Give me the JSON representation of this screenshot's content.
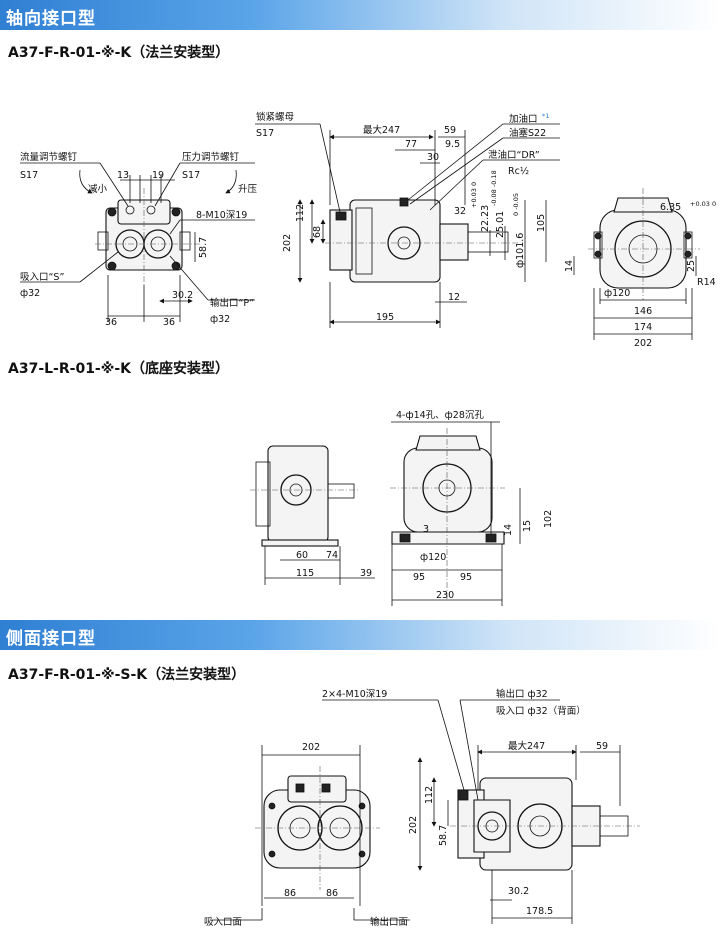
{
  "sections": {
    "axial": "轴向接口型",
    "side": "侧面接口型"
  },
  "models": {
    "m1": "A37-F-R-01-※-K（法兰安装型）",
    "m2": "A37-L-R-01-※-K（底座安装型）",
    "m3": "A37-F-R-01-※-S-K（法兰安装型）"
  },
  "labels": {
    "flow_screw": "流量调节螺钉",
    "press_screw": "压力调节螺钉",
    "s17a": "S17",
    "s17b": "S17",
    "dec": "减小",
    "inc": "升压",
    "bolt_hole": "8-M10深19",
    "inlet": "吸入口“S”",
    "phi32a": "ф32",
    "outlet": "输出口“P”",
    "phi32b": "ф32",
    "lock_nut": "锁紧螺母",
    "s17c": "S17",
    "fill_port": "加油口",
    "fill_mark": "*1",
    "oil_plug": "油塞S22",
    "drain": "泄油口“DR”",
    "rc": "Rc½",
    "holes4": "4-ф14孔、ф28沉孔",
    "m10x2": "2×4-M10深19",
    "out32": "输出口 ф32",
    "in32": "吸入口 ф32（背面）",
    "in_face": "吸入口面",
    "out_face": "输出口面"
  },
  "dims": {
    "d13": "13",
    "d19": "19",
    "d58_7a": "58.7",
    "d30_2a": "30.2",
    "d36a": "36",
    "d36b": "36",
    "max247a": "最大247",
    "d59a": "59",
    "d77": "77",
    "d9_5": "9.5",
    "d30": "30",
    "d32": "32",
    "d112a": "112",
    "d68": "68",
    "d202a": "202",
    "d22_23": "22.23",
    "t22_23": "+0.03 0",
    "d25_01": "25.01",
    "t25_01": "-0.08 -0.18",
    "d101_6": "ф101.6",
    "t101_6": "0 -0.05",
    "d105": "105",
    "d195": "195",
    "d12": "12",
    "d6_35": "6.35",
    "t6_35": "+0.03 0",
    "d14a": "14",
    "d25": "25",
    "dr14": "R14",
    "phi120a": "ф120",
    "d146": "146",
    "d174": "174",
    "d202b": "202",
    "d60": "60",
    "d74": "74",
    "d115": "115",
    "d39": "39",
    "d3": "3",
    "phi120b": "ф120",
    "d95a": "95",
    "d95b": "95",
    "d230": "230",
    "d14b": "14",
    "d15": "15",
    "d102": "102",
    "d202c": "202",
    "d86a": "86",
    "d86b": "86",
    "max247b": "最大247",
    "d59b": "59",
    "d112b": "112",
    "d202d": "202",
    "d58_7b": "58.7",
    "d30_2b": "30.2",
    "d178_5": "178.5"
  }
}
